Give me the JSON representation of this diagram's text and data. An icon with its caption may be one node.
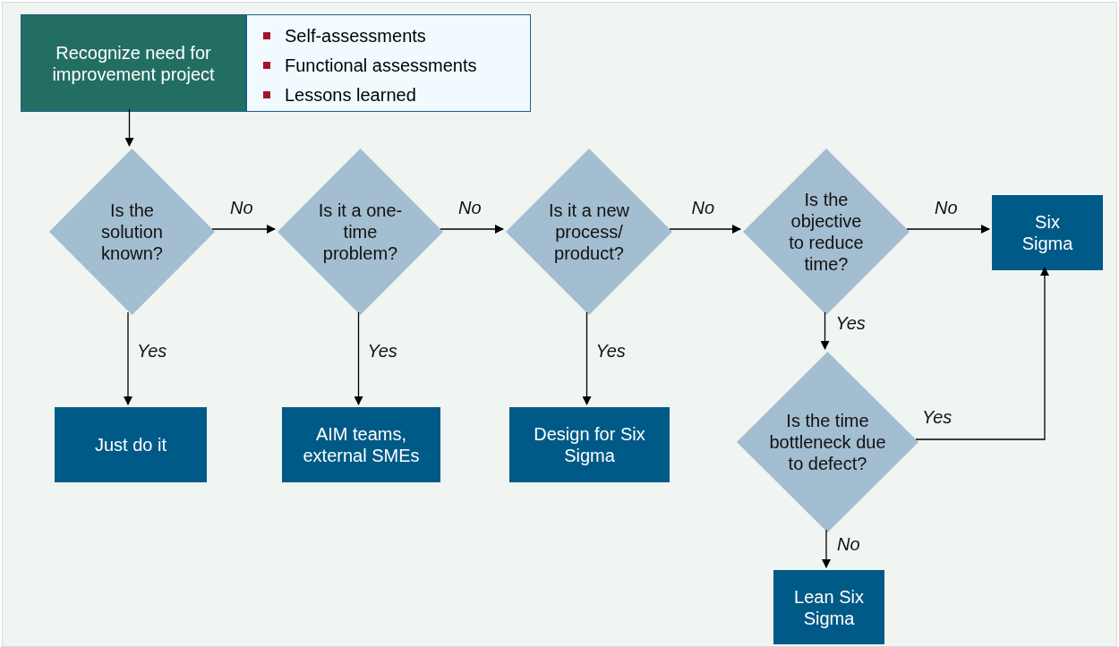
{
  "diagram": {
    "nodes": [
      {
        "text": [
          "Recognize need for improvement project"
        ]
      },
      {
        "text": [
          "Self-assessments",
          "Functional assessments",
          "Lessons learned"
        ]
      },
      {
        "text": [
          "Is the solution known?"
        ]
      },
      {
        "text": [
          "Is it a one-time problem?"
        ]
      },
      {
        "text": [
          "Is it a new process/ product?"
        ]
      },
      {
        "text": [
          "Is the objective to reduce time?"
        ]
      },
      {
        "text": [
          "Six Sigma"
        ]
      },
      {
        "text": [
          "Just do it"
        ]
      },
      {
        "text": [
          "AIM teams, external SMEs"
        ]
      },
      {
        "text": [
          "Design for Six Sigma"
        ]
      },
      {
        "text": [
          "Is the time bottleneck due to defect?"
        ]
      },
      {
        "text": [
          "Lean Six Sigma"
        ]
      }
    ],
    "edges": [
      {
        "from": 0,
        "to": 2,
        "arrow": "to"
      },
      {
        "from": 2,
        "to": 3,
        "arrow": "to",
        "label": "No"
      },
      {
        "from": 3,
        "to": 4,
        "arrow": "to",
        "label": "No"
      },
      {
        "from": 4,
        "to": 5,
        "arrow": "to",
        "label": "No"
      },
      {
        "from": 5,
        "to": 6,
        "arrow": "to",
        "label": "No"
      },
      {
        "from": 2,
        "to": 7,
        "arrow": "to",
        "label": "Yes"
      },
      {
        "from": 3,
        "to": 8,
        "arrow": "to",
        "label": "Yes"
      },
      {
        "from": 4,
        "to": 9,
        "arrow": "to",
        "label": "Yes"
      },
      {
        "from": 5,
        "to": 10,
        "arrow": "to",
        "label": "Yes"
      },
      {
        "from": 10,
        "to": 6,
        "arrow": "to",
        "label": "Yes"
      },
      {
        "from": 10,
        "to": 11,
        "arrow": "to",
        "label": "No"
      }
    ]
  }
}
